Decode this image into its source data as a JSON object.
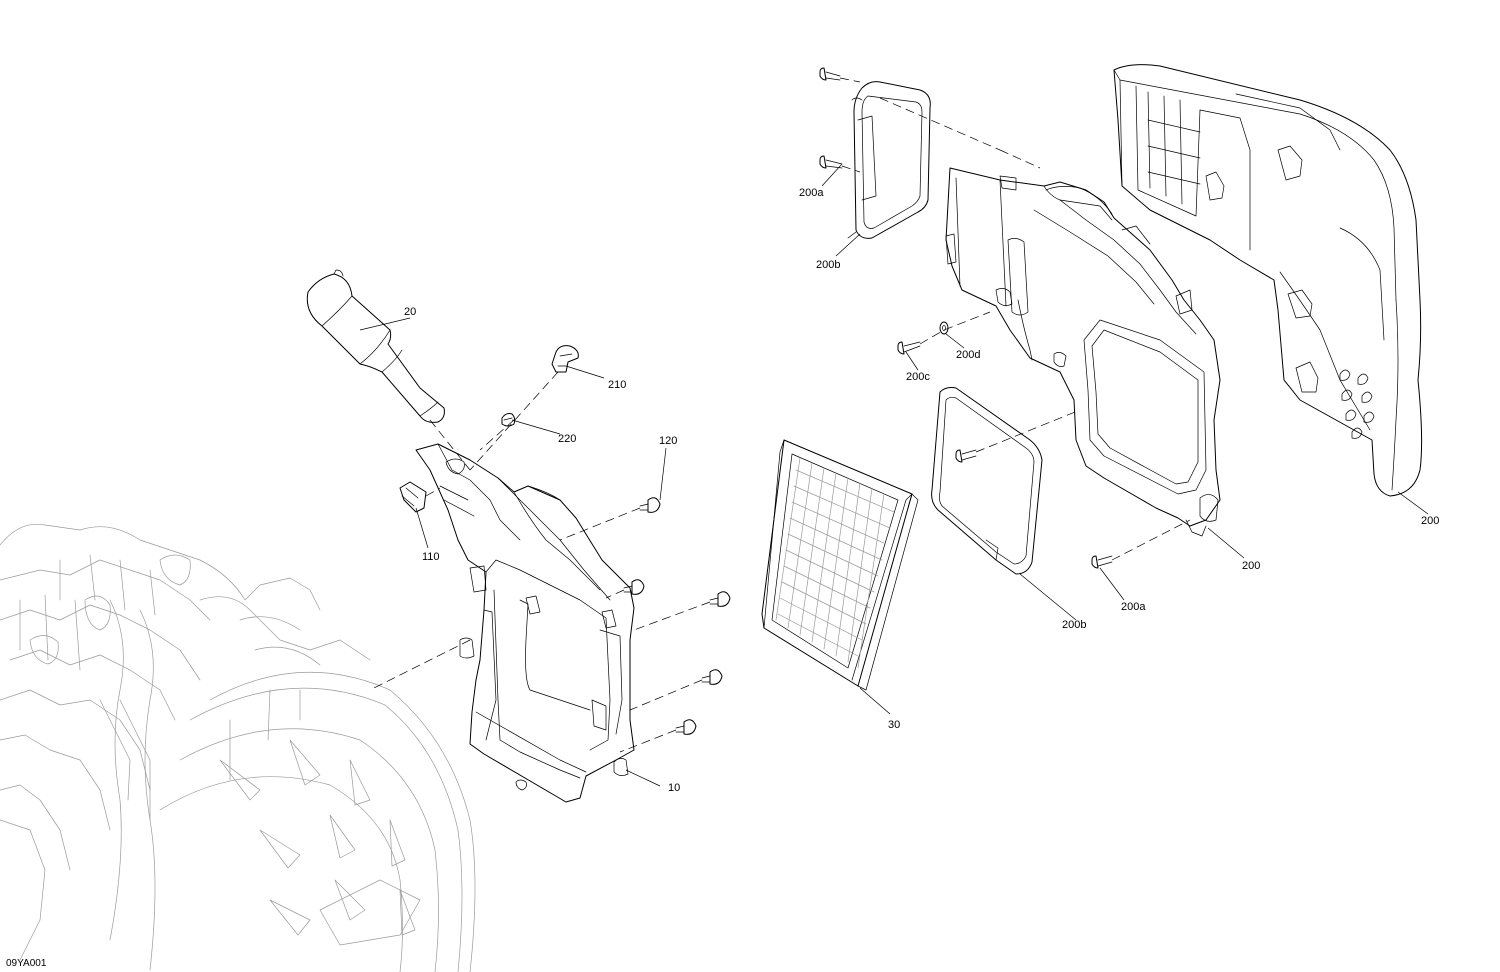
{
  "diagram": {
    "reference_code": "09YA001",
    "callouts": {
      "c10": "10",
      "c20": "20",
      "c30": "30",
      "c110": "110",
      "c120": "120",
      "c200_cover": "200",
      "c200_housing": "200",
      "c200a_top": "200a",
      "c200a_bottom": "200a",
      "c200b_top": "200b",
      "c200b_bottom": "200b",
      "c200c": "200c",
      "c200d": "200d",
      "c210": "210",
      "c220": "220"
    },
    "colors": {
      "line": "#000000",
      "engine_line": "#9a9a9a",
      "background": "#ffffff"
    }
  }
}
